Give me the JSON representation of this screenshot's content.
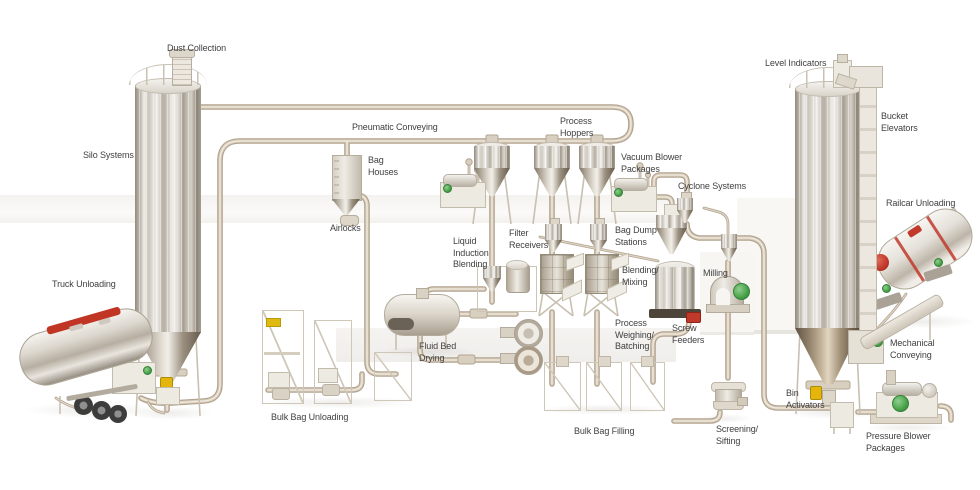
{
  "diagram": {
    "subject": "Bulk material handling process system overview",
    "labels": {
      "dust_collection": "Dust Collection",
      "silo_systems": "Silo Systems",
      "truck_unloading": "Truck Unloading",
      "bulk_bag_unloading": "Bulk Bag Unloading",
      "pneumatic_conveying": "Pneumatic Conveying",
      "bag_houses": "Bag\nHouses",
      "airlocks": "Airlocks",
      "liquid_induction_blending": "Liquid\nInduction\nBlending",
      "filter_receivers": "Filter\nReceivers",
      "process_hoppers": "Process\nHoppers",
      "vacuum_blower_packages": "Vacuum Blower\nPackages",
      "bag_dump_stations": "Bag Dump\nStations",
      "blending_mixing": "Blending/\nMixing",
      "cyclone_systems": "Cyclone Systems",
      "milling": "Milling",
      "screw_feeders": "Screw\nFeeders",
      "process_weighing_batching": "Process\nWeighing/\nBatching",
      "fluid_bed_drying": "Fluid Bed\nDrying",
      "bulk_bag_filling": "Bulk Bag Filling",
      "screening_sifting": "Screening/\nSifting",
      "level_indicators": "Level Indicators",
      "bucket_elevators": "Bucket\nElevators",
      "railcar_unloading": "Railcar Unloading",
      "mechanical_conveying": "Mechanical\nConveying",
      "bin_activators": "Bin\nActivators",
      "pressure_blower_packages": "Pressure Blower\nPackages"
    },
    "colors": {
      "background": "#ffffff",
      "label_text": "#3f3f3f",
      "pipe_tan": "#c9bba9",
      "metal_silver": "#d9d4cb",
      "cone_brown": "#8a7a64",
      "accent_red": "#c0392b",
      "accent_green": "#4caf50",
      "accent_yellow": "#e3b50d"
    }
  }
}
